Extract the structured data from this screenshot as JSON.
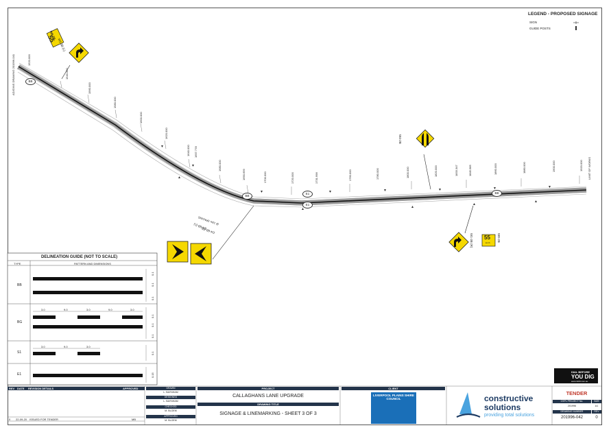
{
  "legend": {
    "title": "LEGEND - PROPOSED SIGNAGE",
    "items": [
      {
        "label": "SIGN",
        "icon": "sign-symbol-icon"
      },
      {
        "label": "GUIDE POSTS",
        "icon": "guide-post-icon"
      }
    ]
  },
  "drawing": {
    "adjoins": "ADJOINS DRAWING 201996-041",
    "limit_of_works": "LIMIT OF WORKS",
    "chainages": [
      "1520.000",
      "1540.000",
      "1560.000",
      "1580.000",
      "1600.000",
      "1620.000",
      "1640.000",
      "1657.778",
      "1660.000",
      "1672.018",
      "1680.000",
      "1690.699",
      "1700.000",
      "1720.000",
      "1731.998",
      "1740.000",
      "1760.000",
      "1780.000",
      "1800.000",
      "1820.000",
      "1833.347",
      "1840.000",
      "1845.585",
      "1860.000",
      "1880.000",
      "1900.000",
      "1920.000",
      "1924.613"
    ],
    "line_labels": {
      "bb": "BB",
      "e1": "E1"
    },
    "signs": [
      {
        "code": "W1-3B (L)",
        "icon": "curve-left-arrow-icon"
      },
      {
        "code": "W8-2B",
        "value": "55",
        "unit": "km/h"
      },
      {
        "code": "W4-2B",
        "icon": "road-narrows-icon"
      },
      {
        "code": "W1-3B (R)",
        "icon": "curve-left-arrow-icon"
      },
      {
        "code": "W8-2B",
        "value": "55",
        "unit": "km/h"
      },
      {
        "code": "D4-6B (L)",
        "icon": "chevron-right-icon"
      },
      {
        "code": "D4-6B (R)",
        "icon": "chevron-left-icon"
      },
      {
        "code": "@ 12m SPACING"
      }
    ]
  },
  "delineation": {
    "title": "DELINEATION GUIDE (NOT TO SCALE)",
    "col_type": "TYPE",
    "col_pattern": "PATTERN AND DIMENSIONS",
    "rows": [
      {
        "type": "BB",
        "dims": [
          "0.1",
          "0.1",
          "0.1"
        ]
      },
      {
        "type": "BG",
        "dash_dims": [
          "3.0",
          "9.0",
          "3.0",
          "9.0",
          "3.0"
        ],
        "dims": [
          "0.1",
          "0.1",
          "0.1"
        ]
      },
      {
        "type": "S1",
        "dash_dims": [
          "3.0",
          "9.0",
          "3.0"
        ],
        "dims": [
          "0.1"
        ]
      },
      {
        "type": "E1",
        "dims": [
          "0.15"
        ]
      }
    ]
  },
  "title_block": {
    "rev_header": [
      "REV",
      "DATE",
      "REVISION DETAILS",
      "APPROVED"
    ],
    "rev_rows": [
      {
        "rev": "0",
        "date": "22-09-20",
        "details": "ISSUED FOR TENDER",
        "approved": "MB"
      }
    ],
    "drawn_label": "DRAWN",
    "drawn": "L. BAYNHAM",
    "designed_label": "DESIGNED",
    "designed": "L. BAYNHAM",
    "checked_label": "CHECKED",
    "checked": "M. BLOEM",
    "approved_label": "APPROVED",
    "approved": "M. BLOEM",
    "project_label": "PROJECT",
    "project": "CALLAGHANS LANE UPGRADE",
    "title_label": "DRAWING TITLE",
    "title": "SIGNAGE & LINEMARKING - SHEET 3 OF 3",
    "client_label": "CLIENT",
    "client": "LIVERPOOL PLAINS SHIRE COUNCIL",
    "company_line1": "constructive",
    "company_line2": "solutions",
    "company_tagline": "providing total solutions",
    "status": "TENDER",
    "cspl_label": "CSPL PROJECT No.",
    "size_label": "SIZE",
    "cspl_no": "201996",
    "size": "A1",
    "drawing_no_label": "DRAWING NUMBER",
    "rev_label": "REV",
    "drawing_no": "201996-042",
    "rev": "0"
  },
  "dbyd": {
    "line1": "DIAL BEFORE",
    "line2": "YOU DIG",
    "url": "www.1100.com.au"
  },
  "colors": {
    "sign_yellow": "#f5d800",
    "header_navy": "#23344a",
    "road_grey": "#9a9a9a",
    "status_red": "#c0392b"
  }
}
